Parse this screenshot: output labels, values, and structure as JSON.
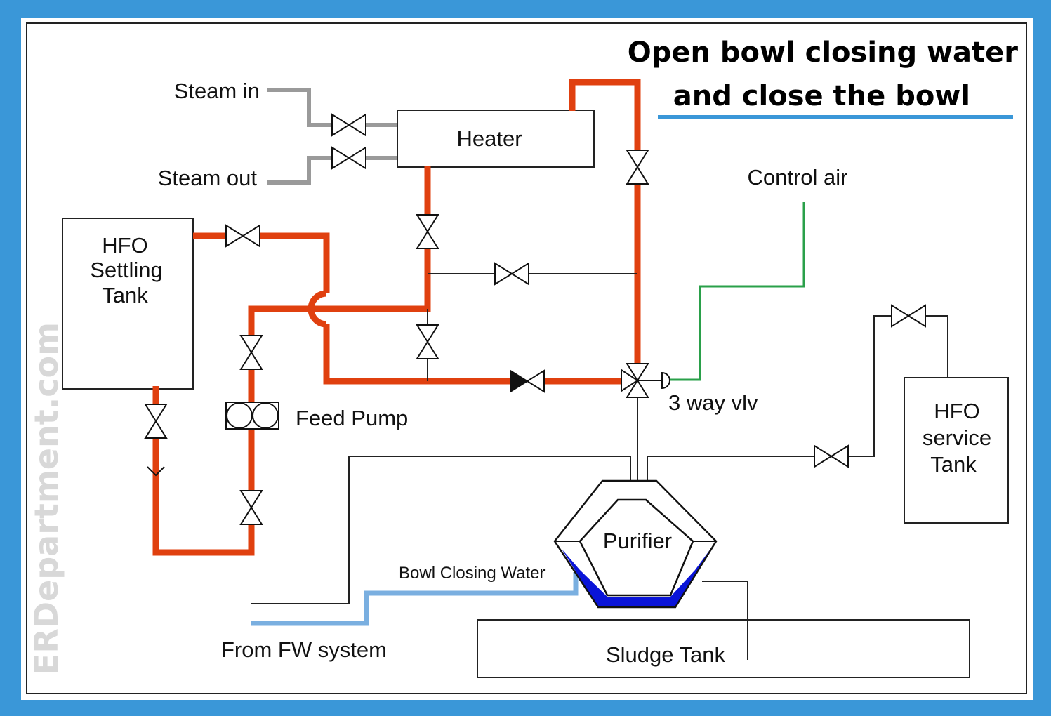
{
  "title": {
    "line1": "Open bowl closing water",
    "line2": "and close the bowl"
  },
  "watermark": "ERDepartment.com",
  "labels": {
    "steam_in": "Steam in",
    "steam_out": "Steam out",
    "heater": "Heater",
    "control_air": "Control air",
    "settling_tank": [
      "HFO",
      "Settling",
      "Tank"
    ],
    "feed_pump": "Feed Pump",
    "three_way_valve": "3 way vlv",
    "service_tank": [
      "HFO",
      "service",
      "Tank"
    ],
    "purifier": "Purifier",
    "bowl_closing_water": "Bowl Closing Water",
    "from_fw": "From FW system",
    "sludge_tank": "Sludge Tank"
  },
  "colors": {
    "frame": "#3a97d8",
    "oil_pipe": "#e0400f",
    "steam_pipe": "#9a9a9a",
    "control_air": "#2aa04a",
    "fresh_water": "#7aafe0",
    "bowl_water": "#0a14d8",
    "title_underline": "#3a97d8"
  }
}
